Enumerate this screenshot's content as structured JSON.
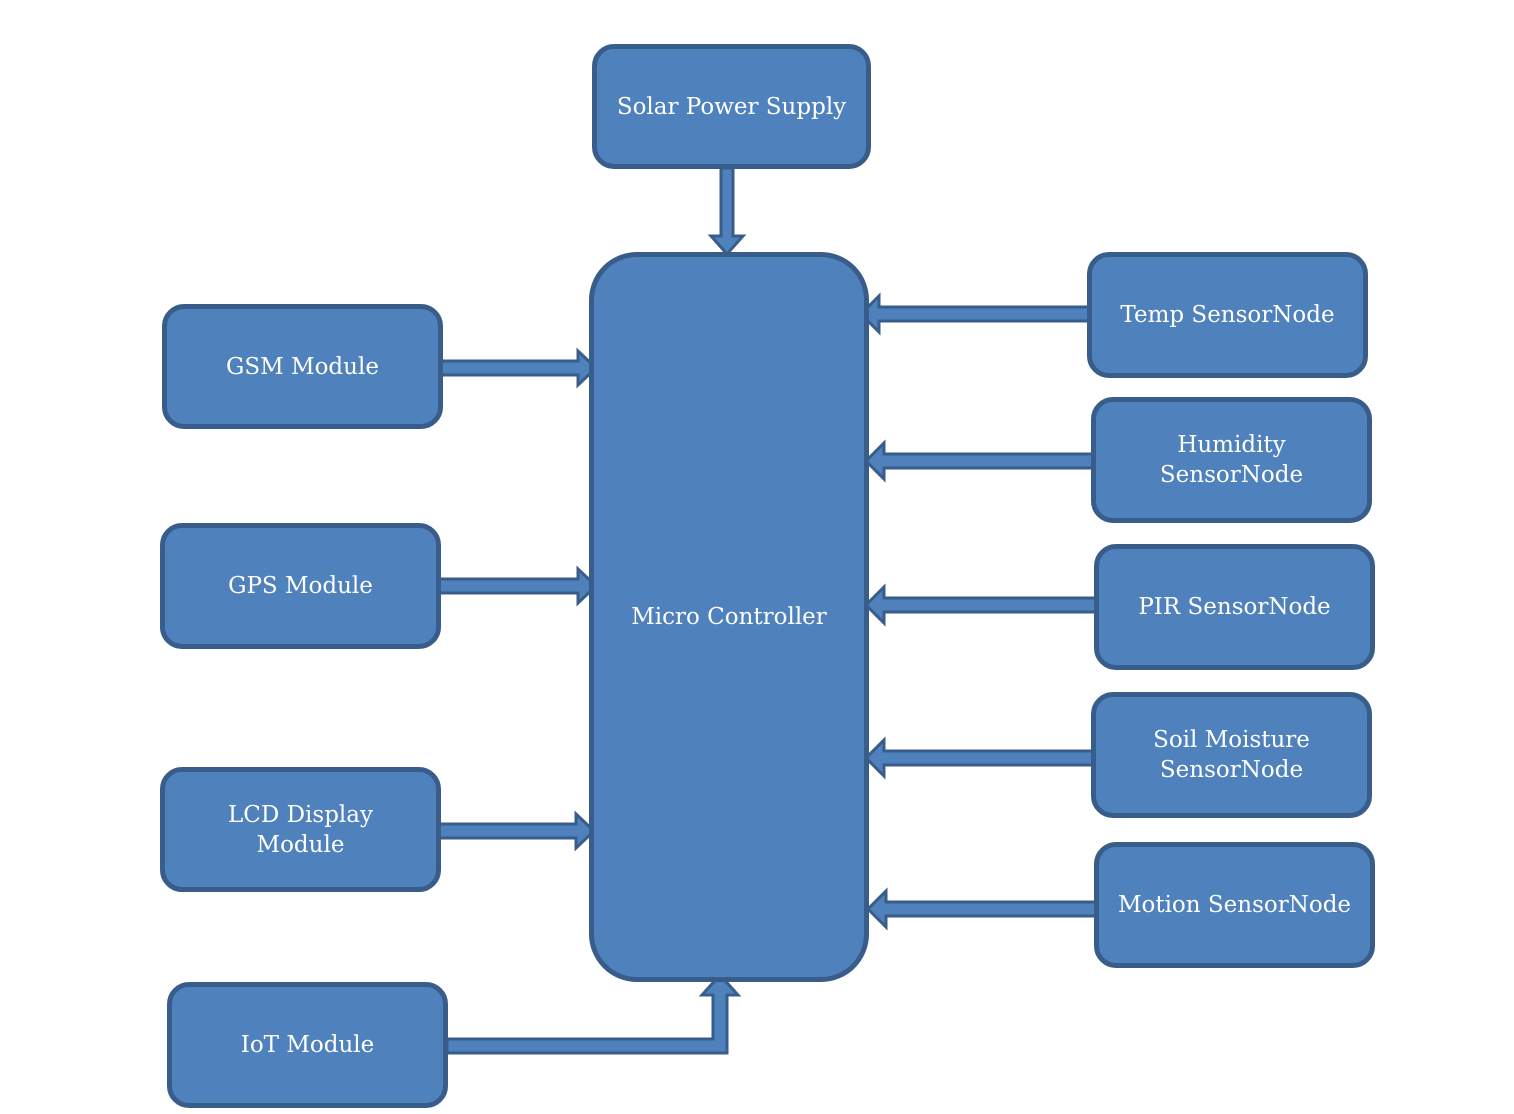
{
  "diagram": {
    "colors": {
      "fill": "#4f81bd",
      "border": "#385d8a",
      "text": "#ffffff"
    },
    "nodes": {
      "solar_power_supply": "Solar Power Supply",
      "micro_controller": "Micro Controller",
      "gsm_module": "GSM Module",
      "gps_module": "GPS Module",
      "lcd_display_module": "LCD Display\nModule",
      "iot_module": "IoT Module",
      "temp_sensor_node": "Temp SensorNode",
      "humidity_sensor_node": "Humidity\nSensorNode",
      "pir_sensor_node": "PIR SensorNode",
      "soil_moisture_sensor_node": "Soil Moisture\nSensorNode",
      "motion_sensor_node": "Motion SensorNode"
    },
    "edges": [
      {
        "from": "solar_power_supply",
        "to": "micro_controller"
      },
      {
        "from": "gsm_module",
        "to": "micro_controller"
      },
      {
        "from": "gps_module",
        "to": "micro_controller"
      },
      {
        "from": "lcd_display_module",
        "to": "micro_controller"
      },
      {
        "from": "iot_module",
        "to": "micro_controller"
      },
      {
        "from": "temp_sensor_node",
        "to": "micro_controller"
      },
      {
        "from": "humidity_sensor_node",
        "to": "micro_controller"
      },
      {
        "from": "pir_sensor_node",
        "to": "micro_controller"
      },
      {
        "from": "soil_moisture_sensor_node",
        "to": "micro_controller"
      },
      {
        "from": "motion_sensor_node",
        "to": "micro_controller"
      }
    ]
  }
}
